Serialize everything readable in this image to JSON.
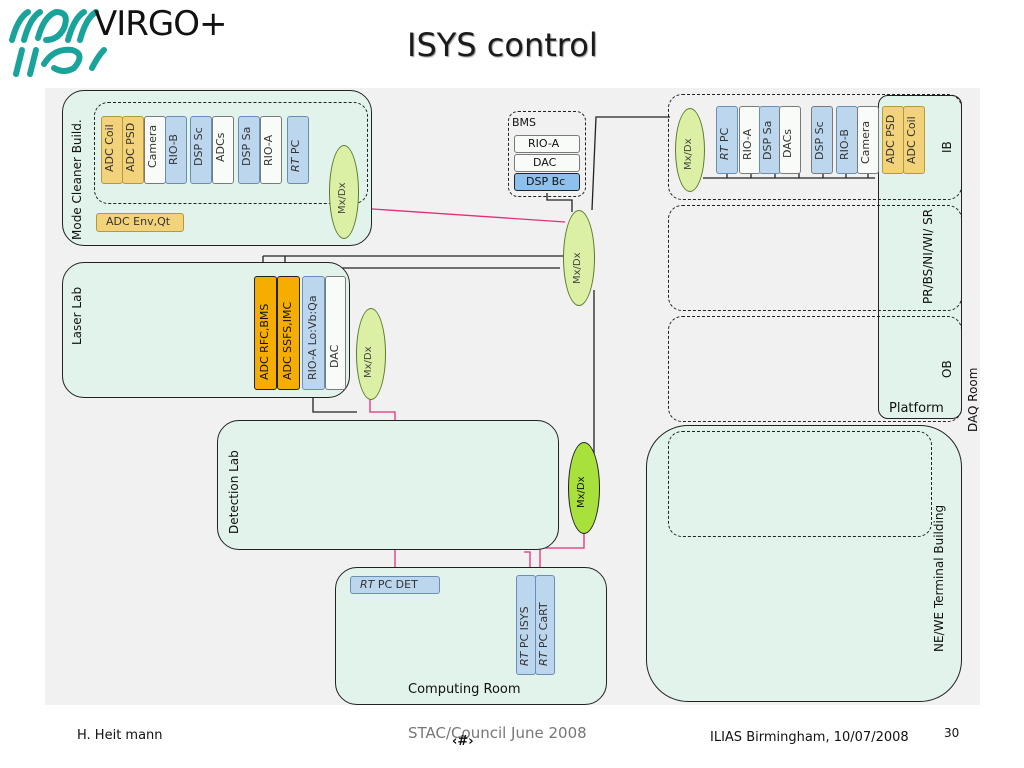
{
  "logo": {
    "text": "VIRGO+"
  },
  "title": "ISYS control",
  "rooms": {
    "mode_cleaner": {
      "label": "Mode Cleaner Build.",
      "boxes": [
        "ADC Coil",
        "ADC PSD",
        "Camera",
        "RIO-B",
        "DSP Sc",
        "ADCs",
        "DSP Sa",
        "RIO-A",
        "PC"
      ],
      "adc_env": "ADC Env,Qt",
      "mx": "Mx/Dx"
    },
    "laser_lab": {
      "label": "Laser Lab",
      "boxes": [
        "ADC RFC,BMS",
        "ADC SSFS,IMC",
        "RIO-A Lo:Vb:Qa",
        "DAC"
      ],
      "mx": "Mx/Dx"
    },
    "detection_lab": {
      "label": "Detection Lab"
    },
    "computing_room": {
      "label": "Computing Room",
      "pc_det": "PC DET",
      "pc_isys": "PC ISYS",
      "pc_cart": "PC CaRT"
    },
    "bms": {
      "label": "BMS",
      "items": [
        "RIO-A",
        "DAC",
        "DSP Bc"
      ]
    },
    "central_mx": "Mx/Dx",
    "center_mx2": "Mx/Dx",
    "ib": {
      "label": "IB",
      "boxes": [
        "PC",
        "RIO-A",
        "DSP Sa",
        "DACs",
        "DSP Sc",
        "RIO-B",
        "Camera",
        "ADC PSD",
        "ADC Coil"
      ],
      "mx": "Mx/Dx"
    },
    "pr": {
      "label": "PR/BS/NI/WI/ SR"
    },
    "ob": {
      "label": "OB"
    },
    "platform": {
      "label": "Platform"
    },
    "daq_room": {
      "label": "DAQ Room"
    },
    "terminal": {
      "label": "NE/WE Terminal Building"
    }
  },
  "rt": "RT",
  "footer": {
    "author": "H. Heit   mann",
    "event": "STAC/Council June 2008",
    "slide_field": "‹#›",
    "venue": "ILIAS Birmingham, 10/07/2008",
    "page": "30"
  },
  "colors": {
    "room_fill": "#e1f3eb",
    "adc": "#f2d27a",
    "dsp": "#bcd6ee",
    "mx": "#dbf0a4",
    "mx_strong": "#a8e03c",
    "highlight": "#f5ad00",
    "link_pink": "#e0307a"
  }
}
